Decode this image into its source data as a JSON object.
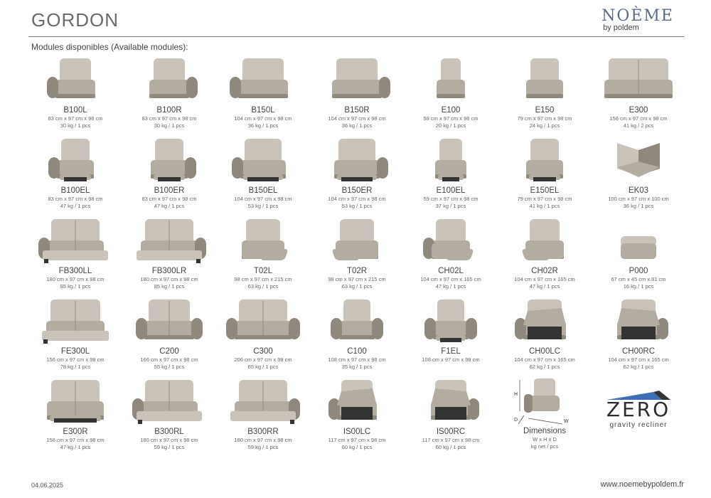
{
  "header": {
    "title": "GORDON",
    "brand_name": "NOÈME",
    "brand_by": "by poldem"
  },
  "subtitle": "Modules disponibles (Available modules):",
  "modules": [
    {
      "code": "B100L",
      "dims": "83 cm x 97 cm x 98 cm",
      "weight": "30 kg / 1 pcs",
      "icon": "sofa-armchair-left-icon"
    },
    {
      "code": "B100R",
      "dims": "83 cm x 97 cm x 98 cm",
      "weight": "30 kg / 1 pcs",
      "icon": "sofa-armchair-right-icon"
    },
    {
      "code": "B150L",
      "dims": "104 cm x 97 cm x 98 cm",
      "weight": "36 kg / 1 pcs",
      "icon": "sofa-wide-left-icon"
    },
    {
      "code": "B150R",
      "dims": "104 cm x 97 cm x 98 cm",
      "weight": "36 kg / 1 pcs",
      "icon": "sofa-wide-right-icon"
    },
    {
      "code": "E100",
      "dims": "59 cm x 97 cm x 98 cm",
      "weight": "20 kg / 1 pcs",
      "icon": "sofa-seat-icon"
    },
    {
      "code": "E150",
      "dims": "79 cm x 97 cm x 98 cm",
      "weight": "24 kg / 1 pcs",
      "icon": "sofa-seat-wide-icon"
    },
    {
      "code": "E300",
      "dims": "156 cm x 97 cm x 98 cm",
      "weight": "41 kg / 2 pcs",
      "icon": "sofa-double-seat-icon"
    },
    {
      "code": "B100EL",
      "dims": "83 cm x 97 cm x 98 cm",
      "weight": "47 kg / 1 pcs",
      "icon": "recliner-left-icon"
    },
    {
      "code": "B100ER",
      "dims": "83 cm x 97 cm x 98 cm",
      "weight": "47 kg / 1 pcs",
      "icon": "recliner-right-icon"
    },
    {
      "code": "B150EL",
      "dims": "104 cm x 97 cm x 98 cm",
      "weight": "53 kg / 1 pcs",
      "icon": "recliner-wide-left-icon"
    },
    {
      "code": "B150ER",
      "dims": "104 cm x 97 cm x 98 cm",
      "weight": "53 kg / 1 pcs",
      "icon": "recliner-wide-right-icon"
    },
    {
      "code": "E100EL",
      "dims": "59 cm x 97 cm x 98 cm",
      "weight": "37 kg / 1 pcs",
      "icon": "recliner-seat-icon"
    },
    {
      "code": "E150EL",
      "dims": "79 cm x 97 cm x 98 cm",
      "weight": "41 kg / 1 pcs",
      "icon": "recliner-seat-wide-icon"
    },
    {
      "code": "EK03",
      "dims": "100 cm x 97 cm x 100 cm",
      "weight": "36 kg / 1 pcs",
      "icon": "corner-module-icon"
    },
    {
      "code": "FB300LL",
      "dims": "180 cm x 97 cm x 98 cm",
      "weight": "85 kg / 1 pcs",
      "icon": "sofa-bed-left-icon"
    },
    {
      "code": "FB300LR",
      "dims": "180 cm x 97 cm x 98 cm",
      "weight": "85 kg / 1 pcs",
      "icon": "sofa-bed-right-icon"
    },
    {
      "code": "T02L",
      "dims": "98 cm x 97 cm x 215 cm",
      "weight": "63 kg / 1 pcs",
      "icon": "chaise-long-left-icon"
    },
    {
      "code": "T02R",
      "dims": "98 cm x 97 cm x 215 cm",
      "weight": "63 kg / 1 pcs",
      "icon": "chaise-long-right-icon"
    },
    {
      "code": "CH02L",
      "dims": "104 cm x 97 cm x 165 cm",
      "weight": "47 kg / 1 pcs",
      "icon": "chaise-left-icon"
    },
    {
      "code": "CH02R",
      "dims": "104 cm x 97 cm x 165 cm",
      "weight": "47 kg / 1 pcs",
      "icon": "chaise-right-icon"
    },
    {
      "code": "P000",
      "dims": "67 cm x 45 cm x 81 cm",
      "weight": "16 kg / 1 pcs",
      "icon": "ottoman-icon"
    },
    {
      "code": "FE300L",
      "dims": "156 cm x 97 cm x 98 cm",
      "weight": "78 kg / 1 pcs",
      "icon": "sofa-bed-open-icon"
    },
    {
      "code": "C200",
      "dims": "166 cm x 97 cm x 98 cm",
      "weight": "55 kg / 1 pcs",
      "icon": "loveseat-icon"
    },
    {
      "code": "C300",
      "dims": "206 cm x 97 cm x 98 cm",
      "weight": "65 kg / 1 pcs",
      "icon": "three-seat-sofa-icon"
    },
    {
      "code": "C100",
      "dims": "108 cm x 97 cm x 98 cm",
      "weight": "35 kg / 1 pcs",
      "icon": "armchair-icon"
    },
    {
      "code": "F1EL",
      "dims": "108 cm x 97 cm x 98 cm",
      "weight": "",
      "icon": "recliner-armchair-icon"
    },
    {
      "code": "CH00LC",
      "dims": "104 cm x 97 cm x 165 cm",
      "weight": "62 kg / 1 pcs",
      "icon": "chaise-storage-left-icon"
    },
    {
      "code": "CH00RC",
      "dims": "104 cm x 97 cm x 165 cm",
      "weight": "62 kg / 1 pcs",
      "icon": "chaise-storage-right-icon"
    },
    {
      "code": "E300R",
      "dims": "156 cm x 97 cm x 98 cm",
      "weight": "47 kg / 1 pcs",
      "icon": "sofa-double-recliner-icon"
    },
    {
      "code": "B300RL",
      "dims": "180 cm x 97 cm x 98 cm",
      "weight": "59 kg / 1 pcs",
      "icon": "sofa-bed-arm-left-icon"
    },
    {
      "code": "B300RR",
      "dims": "180 cm x 97 cm x 98 cm",
      "weight": "59 kg / 1 pcs",
      "icon": "sofa-bed-arm-right-icon"
    },
    {
      "code": "IS00LC",
      "dims": "117 cm x 97 cm x 98 cm",
      "weight": "60 kg / 1 pcs",
      "icon": "storage-seat-left-icon"
    },
    {
      "code": "IS00RC",
      "dims": "117 cm x 97 cm x 98 cm",
      "weight": "60 kg / 1 pcs",
      "icon": "storage-seat-right-icon"
    }
  ],
  "diagram": {
    "title": "Dimensions",
    "formula": "W x H x D",
    "unit": "kg net / pcs",
    "axis_h": "H",
    "axis_w": "W",
    "axis_d": "D"
  },
  "logo": {
    "text": "ZERO",
    "sub": "gravity recliner",
    "accent_color": "#3c6fb4"
  },
  "footer": {
    "date": "04.06.2025",
    "website": "www.noemebypoldem.fr"
  },
  "colors": {
    "fabric": "#b3aca1",
    "fabric_dark": "#8f887d",
    "fabric_light": "#c9c3b9",
    "mechanism": "#333333"
  }
}
